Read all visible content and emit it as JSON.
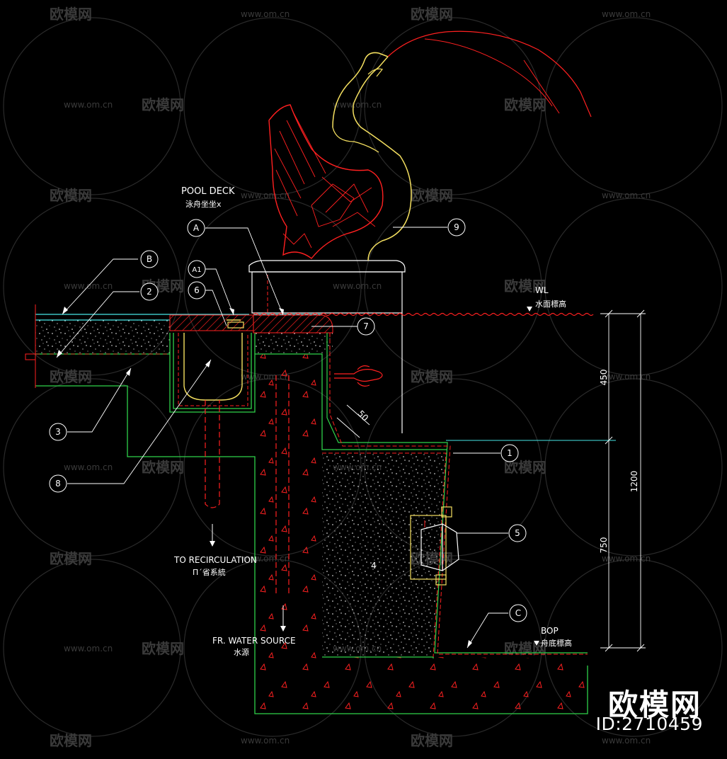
{
  "labels": {
    "pool_deck_en": "POOL DECK",
    "pool_deck_cn": "泳舟坐坐x",
    "wl_en": "WL",
    "wl_cn": "水面標高",
    "bop_en": "BOP",
    "bop_cn": "舟底標高",
    "recirc_en": "TO RECIRCULATION",
    "recirc_cn": "П´省系統",
    "water_en": "FR. WATER SOURCE",
    "water_cn": "水源"
  },
  "callouts": [
    "A",
    "A1",
    "B",
    "2",
    "6",
    "7",
    "9",
    "3",
    "8",
    "1",
    "5",
    "C",
    "4"
  ],
  "dimensions": {
    "upper": "450",
    "total": "1200",
    "lower": "750",
    "slope": "50"
  },
  "watermark": {
    "brand": "欧模网",
    "site": "www.om.cn",
    "site_short": "om.cn",
    "id": "ID:2710459"
  },
  "colors": {
    "background": "#000000",
    "green": "#2fd24a",
    "red": "#ff2020",
    "cyan": "#46e6e6",
    "yellow": "#f5e060",
    "white": "#ffffff",
    "watermark": "#3a3a3a"
  }
}
